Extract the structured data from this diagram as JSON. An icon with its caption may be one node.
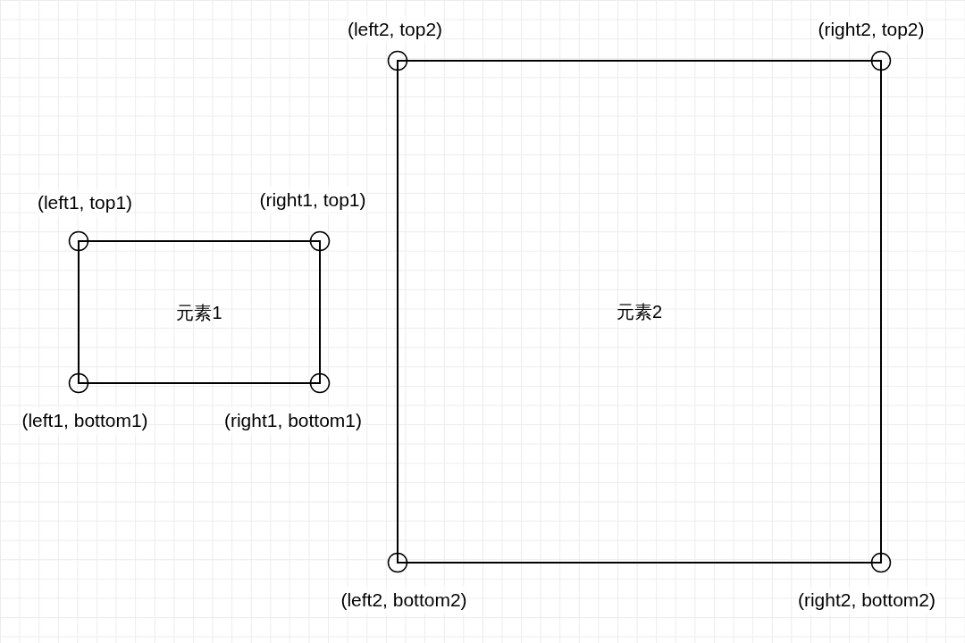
{
  "diagram": {
    "nodes": [
      {
        "text": [
          "元素1"
        ]
      },
      {
        "text": [],
        "shape": "circle",
        "beside": [
          "(left1, top1)"
        ]
      },
      {
        "text": [],
        "shape": "circle",
        "beside": [
          "(right1, top1)"
        ]
      },
      {
        "text": [],
        "shape": "circle",
        "beside": [
          "(left1, bottom1)"
        ]
      },
      {
        "text": [],
        "shape": "circle",
        "beside": [
          "(right1, bottom1)"
        ]
      },
      {
        "text": [
          "元素2"
        ]
      },
      {
        "text": [],
        "shape": "circle",
        "beside": [
          "(left2, top2)"
        ]
      },
      {
        "text": [],
        "shape": "circle",
        "beside": [
          "(right2, top2)"
        ]
      },
      {
        "text": [],
        "shape": "circle",
        "beside": [
          "(left2, bottom2)"
        ]
      },
      {
        "text": [],
        "shape": "circle",
        "beside": [
          "(right2, bottom2)"
        ]
      }
    ]
  }
}
